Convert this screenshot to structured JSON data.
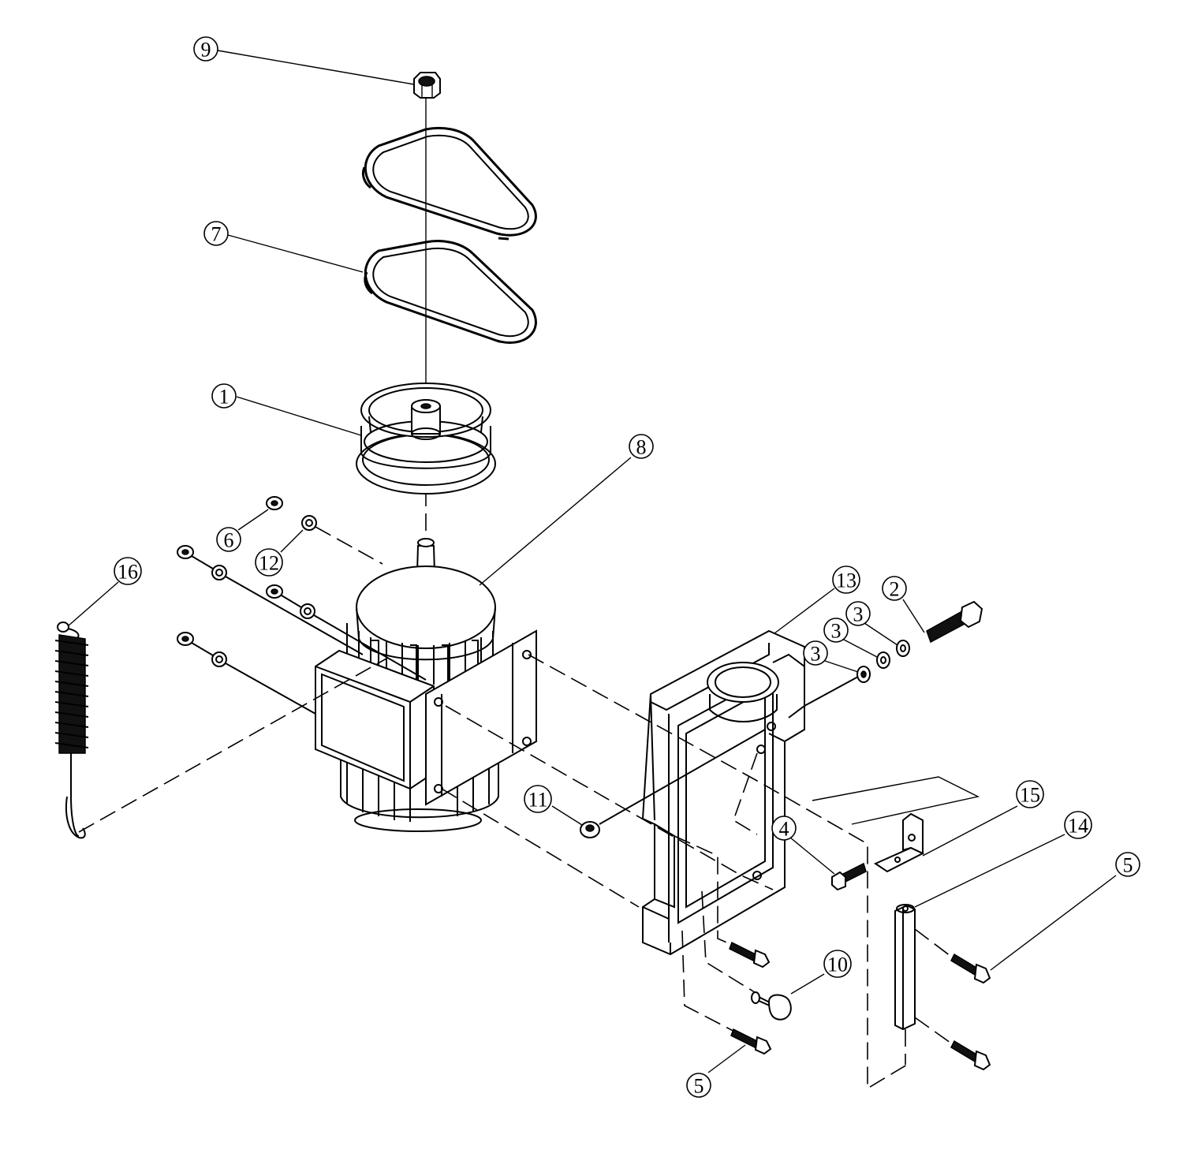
{
  "callouts": [
    {
      "id": "c1",
      "text": "1"
    },
    {
      "id": "c2",
      "text": "2"
    },
    {
      "id": "c3a",
      "text": "3"
    },
    {
      "id": "c3b",
      "text": "3"
    },
    {
      "id": "c3c",
      "text": "3"
    },
    {
      "id": "c4",
      "text": "4"
    },
    {
      "id": "c5a",
      "text": "5"
    },
    {
      "id": "c5b",
      "text": "5"
    },
    {
      "id": "c6",
      "text": "6"
    },
    {
      "id": "c7",
      "text": "7"
    },
    {
      "id": "c8",
      "text": "8"
    },
    {
      "id": "c9",
      "text": "9"
    },
    {
      "id": "c10",
      "text": "10"
    },
    {
      "id": "c11",
      "text": "11"
    },
    {
      "id": "c12",
      "text": "12"
    },
    {
      "id": "c13",
      "text": "13"
    },
    {
      "id": "c14",
      "text": "14"
    },
    {
      "id": "c15",
      "text": "15"
    },
    {
      "id": "c16",
      "text": "16"
    }
  ]
}
